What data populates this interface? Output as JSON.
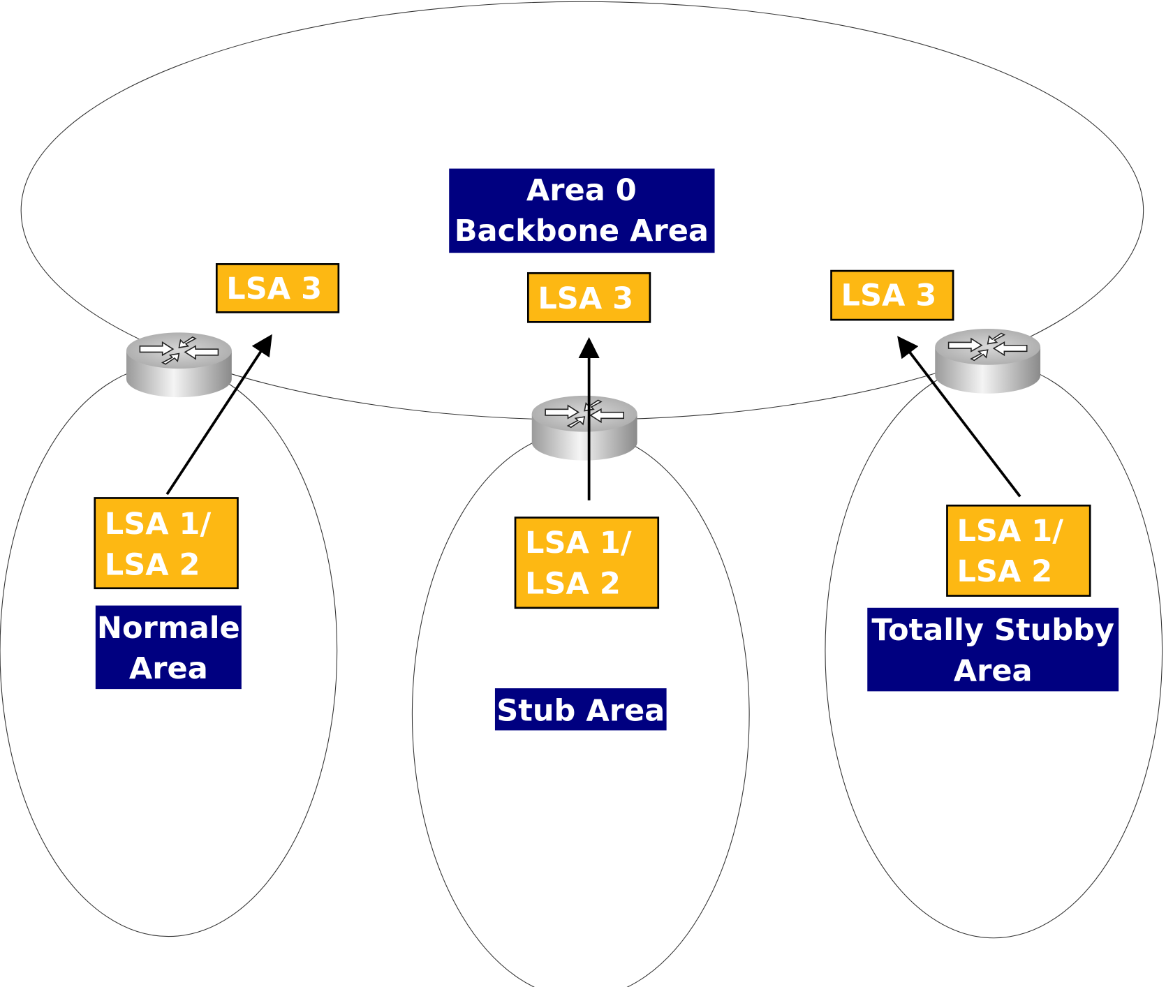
{
  "colors": {
    "area_label_bg": "#000080",
    "lsa_bg": "#FDB813",
    "text": "#ffffff"
  },
  "backbone": {
    "line1": "Area 0",
    "line2": "Backbone Area"
  },
  "lsa3": [
    "LSA 3",
    "LSA 3",
    "LSA 3"
  ],
  "lsa12": [
    {
      "line1": "LSA 1/",
      "line2": "LSA 2"
    },
    {
      "line1": "LSA 1/",
      "line2": "LSA 2"
    },
    {
      "line1": "LSA 1/",
      "line2": "LSA 2"
    }
  ],
  "areas": {
    "normal": {
      "line1": "Normale",
      "line2": "Area"
    },
    "stub": {
      "line1": "Stub Area"
    },
    "totally_stubby": {
      "line1": "Totally Stubby",
      "line2": "Area"
    }
  },
  "icons": [
    "router-icon",
    "router-icon",
    "router-icon"
  ]
}
